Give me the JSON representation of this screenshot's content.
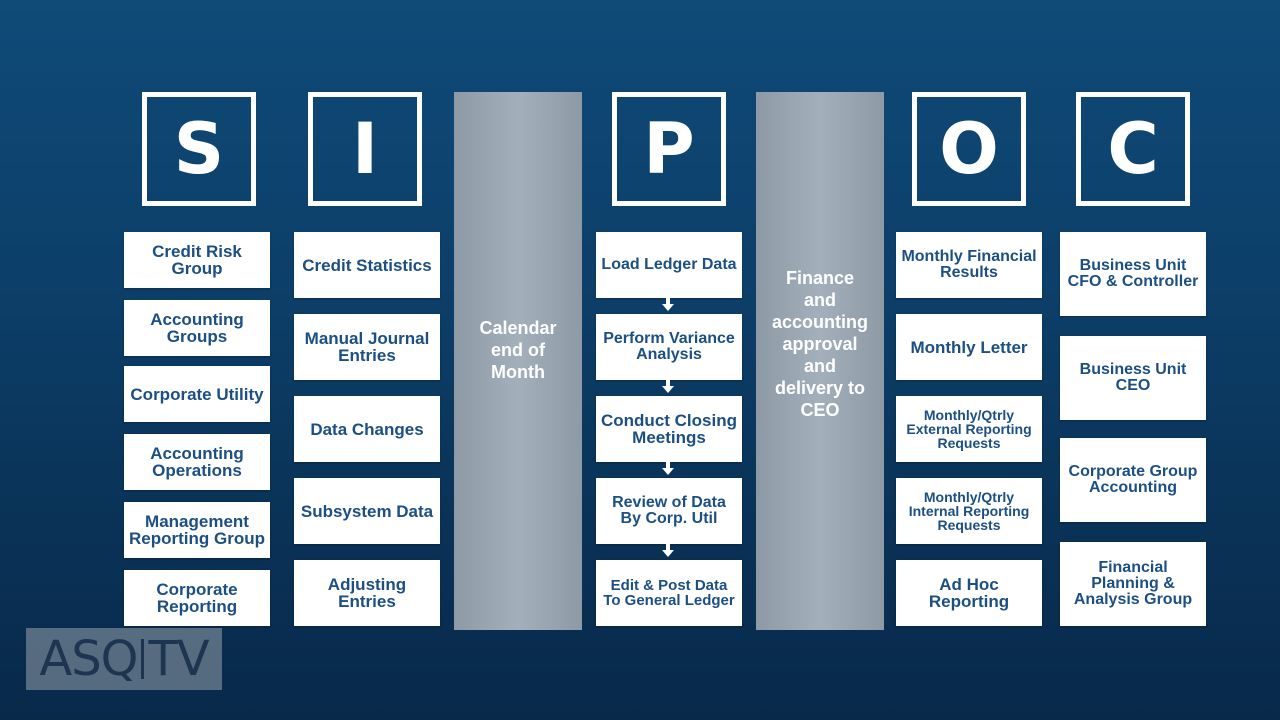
{
  "headers": {
    "s": "S",
    "i": "I",
    "p": "P",
    "o": "O",
    "c": "C"
  },
  "suppliers": [
    "Credit Risk Group",
    "Accounting Groups",
    "Corporate Utility",
    "Accounting Operations",
    "Management Reporting Group",
    "Corporate Reporting"
  ],
  "inputs": [
    "Credit Statistics",
    "Manual Journal Entries",
    "Data Changes",
    "Subsystem Data",
    "Adjusting Entries"
  ],
  "band1": "Calendar\nend of\nMonth",
  "process": [
    "Load Ledger Data",
    "Perform Variance Analysis",
    "Conduct Closing Meetings",
    "Review of Data By Corp. Util",
    "Edit & Post Data To General Ledger"
  ],
  "band2": "Finance\nand\naccounting\napproval\nand\ndelivery to\nCEO",
  "outputs": [
    "Monthly Financial Results",
    "Monthly Letter",
    "Monthly/Qtrly External Reporting Requests",
    "Monthly/Qtrly Internal Reporting Requests",
    "Ad Hoc Reporting"
  ],
  "customers": [
    "Business Unit CFO & Controller",
    "Business Unit CEO",
    "Corporate Group Accounting",
    "Financial Planning & Analysis Group"
  ],
  "logo": {
    "left": "ASQ",
    "right": "TV"
  },
  "colors": {
    "background": "#0c3f69",
    "card_text": "#1c4f82",
    "band": "#9aa6b1"
  }
}
